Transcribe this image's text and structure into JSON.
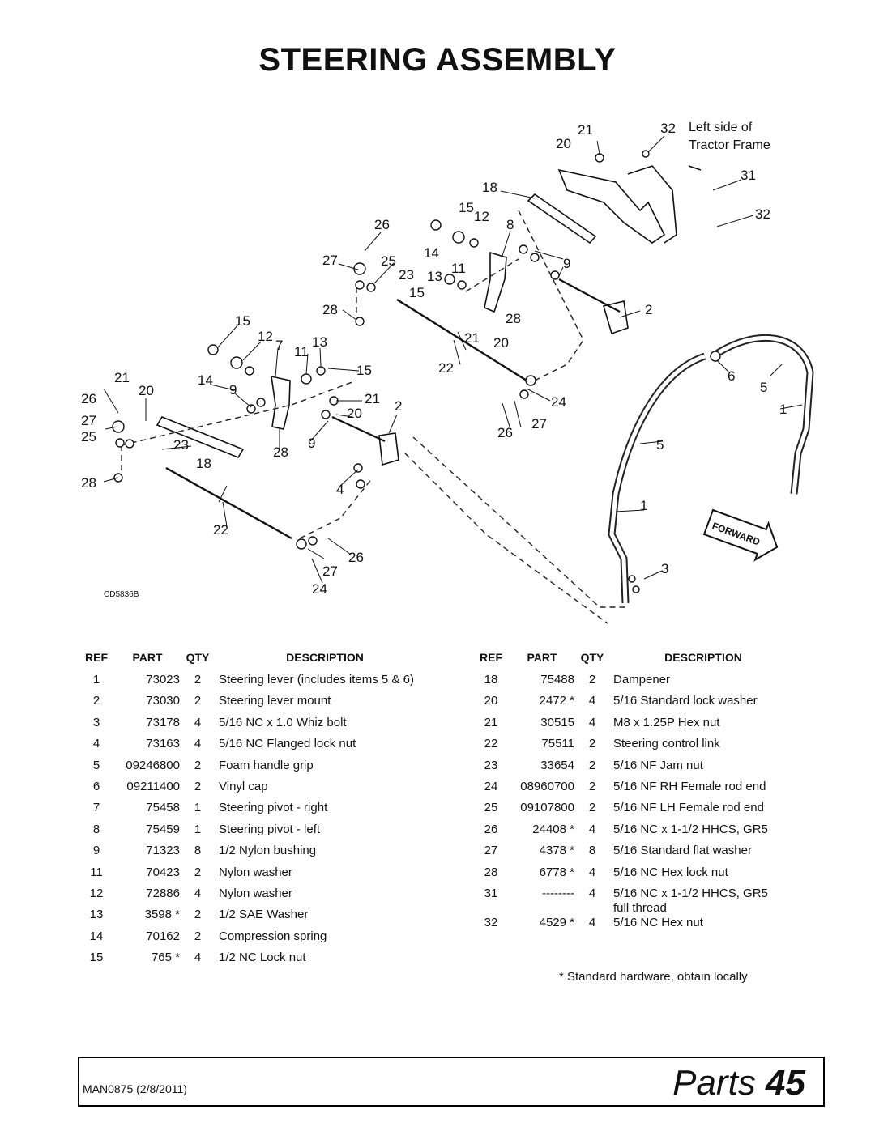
{
  "page_title": "STEERING ASSEMBLY",
  "diagram": {
    "drawing_id": "CD5836B",
    "frame_note_line1": "Left side of",
    "frame_note_line2": "Tractor Frame",
    "forward_label": "FORWARD",
    "callouts": [
      "1",
      "2",
      "3",
      "4",
      "5",
      "6",
      "7",
      "8",
      "9",
      "11",
      "12",
      "13",
      "14",
      "15",
      "18",
      "20",
      "21",
      "22",
      "23",
      "24",
      "25",
      "26",
      "27",
      "28",
      "31",
      "32"
    ]
  },
  "table_headers": {
    "ref": "REF",
    "part": "PART",
    "qty": "QTY",
    "description": "DESCRIPTION"
  },
  "parts_left": [
    {
      "ref": "1",
      "part": "73023",
      "qty": "2",
      "description": "Steering lever (includes items 5 & 6)"
    },
    {
      "ref": "2",
      "part": "73030",
      "qty": "2",
      "description": "Steering lever mount"
    },
    {
      "ref": "3",
      "part": "73178",
      "qty": "4",
      "description": "5/16 NC x 1.0 Whiz bolt"
    },
    {
      "ref": "4",
      "part": "73163",
      "qty": "4",
      "description": "5/16 NC Flanged lock nut"
    },
    {
      "ref": "5",
      "part": "09246800",
      "qty": "2",
      "description": "Foam handle grip"
    },
    {
      "ref": "6",
      "part": "09211400",
      "qty": "2",
      "description": "Vinyl cap"
    },
    {
      "ref": "7",
      "part": "75458",
      "qty": "1",
      "description": "Steering pivot - right"
    },
    {
      "ref": "8",
      "part": "75459",
      "qty": "1",
      "description": "Steering pivot - left"
    },
    {
      "ref": "9",
      "part": "71323",
      "qty": "8",
      "description": "1/2 Nylon bushing"
    },
    {
      "ref": "11",
      "part": "70423",
      "qty": "2",
      "description": "Nylon washer"
    },
    {
      "ref": "12",
      "part": "72886",
      "qty": "4",
      "description": "Nylon washer"
    },
    {
      "ref": "13",
      "part": "3598 *",
      "qty": "2",
      "description": "1/2 SAE Washer"
    },
    {
      "ref": "14",
      "part": "70162",
      "qty": "2",
      "description": "Compression spring"
    },
    {
      "ref": "15",
      "part": "765 *",
      "qty": "4",
      "description": "1/2 NC Lock nut"
    }
  ],
  "parts_right": [
    {
      "ref": "18",
      "part": "75488",
      "qty": "2",
      "description": "Dampener"
    },
    {
      "ref": "20",
      "part": "2472 *",
      "qty": "4",
      "description": "5/16 Standard lock washer"
    },
    {
      "ref": "21",
      "part": "30515",
      "qty": "4",
      "description": "M8 x 1.25P Hex nut"
    },
    {
      "ref": "22",
      "part": "75511",
      "qty": "2",
      "description": "Steering control link"
    },
    {
      "ref": "23",
      "part": "33654",
      "qty": "2",
      "description": "5/16 NF Jam nut"
    },
    {
      "ref": "24",
      "part": "08960700",
      "qty": "2",
      "description": "5/16 NF RH Female rod end"
    },
    {
      "ref": "25",
      "part": "09107800",
      "qty": "2",
      "description": "5/16 NF LH Female rod end"
    },
    {
      "ref": "26",
      "part": "24408 *",
      "qty": "4",
      "description": "5/16 NC x 1-1/2 HHCS, GR5"
    },
    {
      "ref": "27",
      "part": "4378 *",
      "qty": "8",
      "description": "5/16 Standard flat washer"
    },
    {
      "ref": "28",
      "part": "6778 *",
      "qty": "4",
      "description": "5/16 NC Hex lock nut"
    },
    {
      "ref": "31",
      "part": "--------",
      "qty": "4",
      "description": "5/16 NC x 1-1/2 HHCS, GR5",
      "description2": "full thread"
    },
    {
      "ref": "32",
      "part": "4529 *",
      "qty": "4",
      "description": "5/16 NC Hex nut"
    }
  ],
  "footnote": "*   Standard hardware, obtain locally",
  "footer": {
    "doc": "MAN0875 (2/8/2011)",
    "section": "Parts",
    "page": "45"
  }
}
